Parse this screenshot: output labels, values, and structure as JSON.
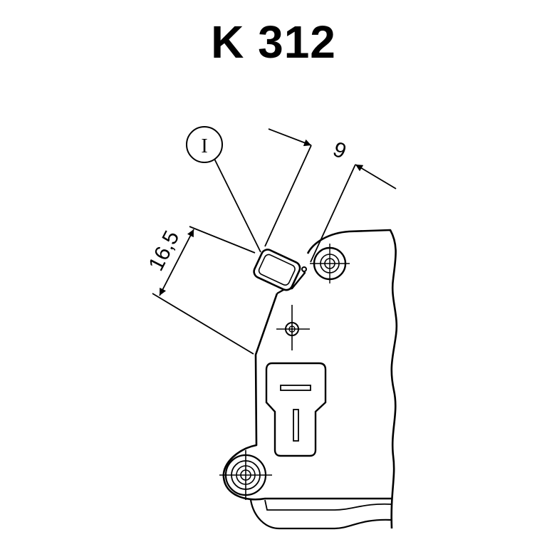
{
  "title": "K 312",
  "callout": {
    "label": "I"
  },
  "dimensions": {
    "width_value": "9",
    "height_value": "16,5"
  },
  "colors": {
    "line": "#000000",
    "background": "#ffffff"
  }
}
